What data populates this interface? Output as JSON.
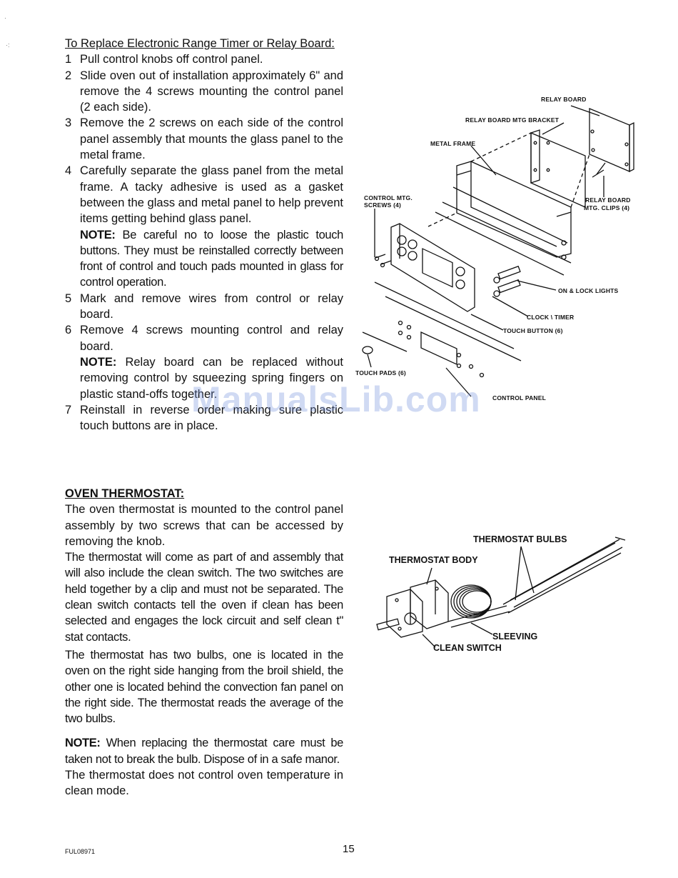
{
  "section1": {
    "heading": "To Replace Electronic Range Timer or Relay Board:",
    "steps": [
      {
        "num": "1",
        "text": "Pull control knobs off control panel."
      },
      {
        "num": "2",
        "text": "Slide oven out of installation approximately 6\" and remove the 4 screws mounting the control panel (2 each side)."
      },
      {
        "num": "3",
        "text": "Remove the 2 screws on each side of the control panel assembly that mounts the glass panel to the metal frame."
      },
      {
        "num": "4",
        "text": "Carefully separate the glass panel from the metal frame. A tacky adhesive is used as a gasket between the glass and metal panel to help prevent items getting behind glass panel.",
        "note_label": "NOTE:",
        "note_text": "Be careful no to loose the plastic touch buttons. They must be reinstalled correctly between front of control and touch pads mounted in glass for control operation."
      },
      {
        "num": "5",
        "text": "Mark and remove wires from control or relay board."
      },
      {
        "num": "6",
        "text": "Remove 4 screws mounting control and relay board.",
        "note_label": "NOTE:",
        "note_text": "Relay board can be replaced without removing control by squeezing spring fingers on plastic stand-offs together."
      },
      {
        "num": "7",
        "text": "Reinstall in reverse order making sure plastic touch buttons are in place."
      }
    ]
  },
  "section2": {
    "heading": "OVEN THERMOSTAT:",
    "p1": "The oven thermostat is mounted to the control panel assembly by two screws that can be accessed by removing the knob.",
    "p2": "The thermostat will come as part of and assembly that will also include the clean switch. The two switches are held together by a clip and must not be separated. The clean switch contacts tell the oven if clean has been selected and engages the lock circuit and self clean t\" stat contacts.",
    "p3": "The thermostat has two bulbs, one is located in the oven on the right side hanging from the broil shield, the other one is located behind the convection fan panel on the right side. The thermostat reads the average of the two bulbs.",
    "note_label": "NOTE:",
    "note_text": "When replacing the thermostat care must be taken not to break the bulb. Dispose of in a safe manor.",
    "p4": "The thermostat does not control oven temperature in clean mode."
  },
  "diagram1": {
    "labels": {
      "relay_board": "RELAY BOARD",
      "relay_bracket": "RELAY BOARD MTG BRACKET",
      "metal_frame": "METAL FRAME",
      "control_screws_1": "CONTROL MTG.",
      "control_screws_2": "SCREWS (4)",
      "relay_clips_1": "RELAY BOARD",
      "relay_clips_2": "MTG. CLIPS (4)",
      "lock_lights": "ON & LOCK LIGHTS",
      "clock_timer": "CLOCK \\ TIMER",
      "touch_button": "TOUCH BUTTON (6)",
      "touch_pads": "TOUCH PADS (6)",
      "control_panel": "CONTROL PANEL"
    }
  },
  "diagram2": {
    "labels": {
      "bulbs": "THERMOSTAT BULBS",
      "body": "THERMOSTAT BODY",
      "sleeving": "SLEEVING",
      "clean_switch": "CLEAN SWITCH"
    }
  },
  "watermark": "ManualsLib.com",
  "page_number": "15",
  "footer_code": "FUL08971"
}
